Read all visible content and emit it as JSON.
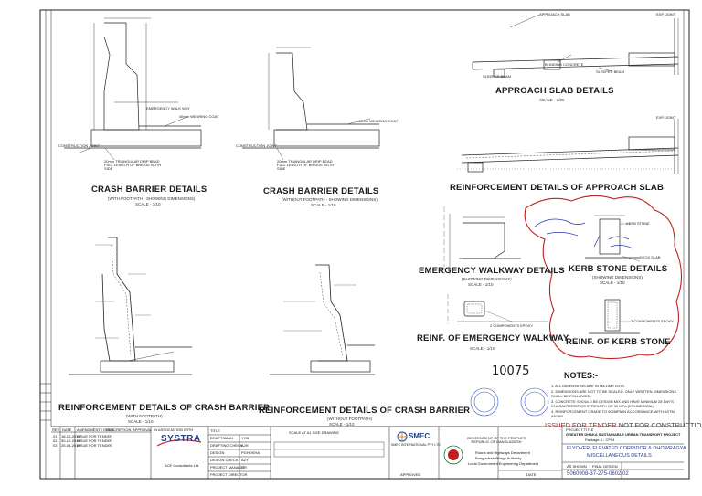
{
  "drawing": {
    "crash_barrier_walkway": {
      "title": "CRASH BARRIER DETAILS",
      "sub": "(WITH FOOTPATH - SHOWING DIMENSIONS)",
      "scale": "SCALE - 1/10",
      "label1": "EMERGENCY WALK WAY",
      "label2": "45mm WEARING COAT",
      "label3": "CONSTRUCTION JOINT",
      "note": "20mm TRIANGULAR DRIP BEAD FULL LENGTH OF BRIDGE BOTH SIDE"
    },
    "crash_barrier_no_walkway": {
      "title": "CRASH BARRIER DETAILS",
      "sub": "(WITHOUT FOOTPATH - SHOWING DIMENSIONS)",
      "scale": "SCALE - 1/10",
      "label2": "45mm WEARING COAT",
      "label3": "CONSTRUCTION JOINT",
      "note": "20mm TRIANGULAR DRIP BEAD FULL LENGTH OF BRIDGE BOTH SIDE"
    },
    "approach_slab": {
      "title": "APPROACH SLAB DETAILS",
      "scale": "SCALE - 1/25",
      "label1": "APPROACH SLAB",
      "label2": "BLINDING CONCRETE",
      "label3": "SLEEPER BEAM",
      "label4": "EXP. JOINT"
    },
    "approach_slab_reinf": {
      "title": "REINFORCEMENT DETAILS OF APPROACH SLAB",
      "label4": "EXP. JOINT"
    },
    "emergency_walkway": {
      "title": "EMERGENCY WALKWAY DETAILS",
      "sub": "(SHOWING DIMENSIONS)",
      "scale": "SCALE - 1/10"
    },
    "emergency_walkway_reinf": {
      "title": "REINF. OF EMERGENCY WALKWAY",
      "scale": "SCALE - 1/10",
      "label": "2 COMPONENTS EPOXY"
    },
    "kerb_stone": {
      "title": "KERB STONE DETAILS",
      "sub": "(SHOWING DIMENSIONS)",
      "scale": "SCALE - 1/10",
      "label1": "KERB STONE",
      "label2": "DECK SLAB"
    },
    "kerb_stone_reinf": {
      "title": "REINF. OF KERB STONE",
      "label": "2 COMPONENTS EPOXY"
    },
    "barrier_reinf_walkway": {
      "title": "REINFORCEMENT DETAILS OF CRASH BARRIER",
      "sub": "(WITH FOOTPATH)",
      "scale": "SCALE - 1/10"
    },
    "barrier_reinf_no_walkway": {
      "title": "REINFORCEMENT DETAILS OF CRASH BARRIER",
      "sub": "(WITHOUT FOOTPATH)",
      "scale": "SCALE - 1/10"
    }
  },
  "handwritten": {
    "number": "10075"
  },
  "notes": {
    "title": "NOTES:-",
    "items": [
      "1. ALL DIMENSIONS ARE IN MILLIMETERS.",
      "2. DIMENSIONS ARE NOT TO BE SCALED. ONLY WRITTEN DIMENSIONS SHALL BE FOLLOWED.",
      "3. CONCRETE SHOULD BE DESIGN MIX AND HAVE MINIMUM 28 DAY'S CHARACTERISTICS STRENGTH OF 30 MPa (CYLINDRICAL)",
      "4. REINFORCEMENT GRADE TO 500MPA IN ACCORDANCE WITH ASTM A615M."
    ]
  },
  "stamp": {
    "issued": "ISSUED FOR TENDER",
    "not_for": "NOT FOR CONSTRUCTION"
  },
  "title_block": {
    "revisions": [
      {
        "rev": "01",
        "date": "18-12-2016",
        "desc": "ISSUE FOR TENDER"
      },
      {
        "rev": "02",
        "date": "30-12-2016",
        "desc": "ISSUE FOR TENDER"
      },
      {
        "rev": "03",
        "date": "25-04-2016",
        "desc": "ISSUE FOR TENDER"
      }
    ],
    "rev_headers": [
      "REV",
      "DATE",
      "AMENDMENT / ISSUE",
      "DESCRIPTION",
      "APPROVAL"
    ],
    "association": "IN ASSOCIATION WITH",
    "firm1": "SYSTRA",
    "firm2": "ACE Consultants Ltd.",
    "title_label": "TITLE",
    "roles": [
      {
        "label": "DRAFTSMAN",
        "value": "YHB"
      },
      {
        "label": "DRAFTING CHECK",
        "value": "AJH"
      },
      {
        "label": "DESIGN",
        "value": "PGHOSHA"
      },
      {
        "label": "DESIGN CHECK",
        "value": "AZY"
      },
      {
        "label": "PROJECT MANAGER",
        "value": "IT"
      },
      {
        "label": "PROJECT DIRECTOR",
        "value": ""
      }
    ],
    "scale_label": "SCALE AT A1 SIZE DRAWING",
    "smec": "SMEC",
    "smec_sub": "SMEC INTERNATIONAL PTY LTD",
    "approved": "APPROVED",
    "gov1": "GOVERNMENT OF THE PEOPLE'S REPUBLIC OF BANGLADESH",
    "gov2": "Roads and Highways Department",
    "gov3": "Bangladesh Bridge Authority",
    "gov4": "Local Government Engineering Department",
    "date_label": "DATE",
    "project_label": "PROJECT TITLE",
    "project": "GREATER DHAKA SUSTAINABLE URBAN TRANSPORT PROJECT",
    "package": "Package 4 - CP04",
    "sheet_title": "FLYOVER, ELEVATED CORRIDOR & DHOWRAGYA",
    "sheet_sub": "MISCELLANEOUS DETAILS",
    "status": "AS SHOWN",
    "phase": "FINAL DESIGN",
    "drawing_no": "5060908-37-275-0602/02"
  }
}
